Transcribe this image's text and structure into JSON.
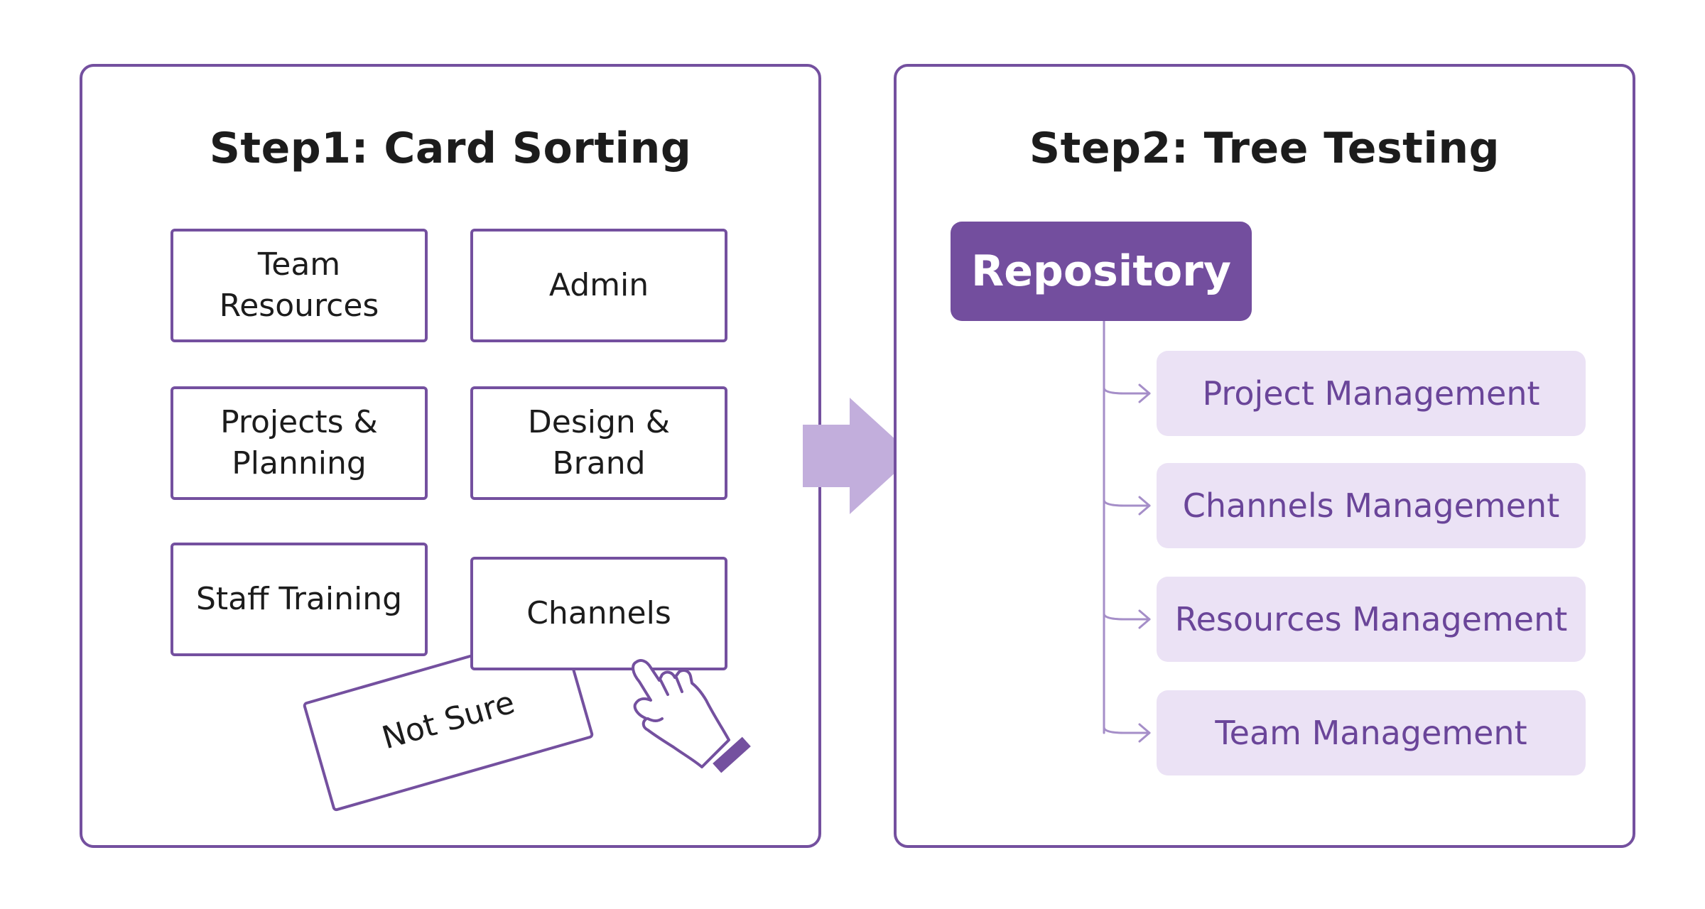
{
  "step1": {
    "title": "Step1: Card Sorting",
    "cards": [
      "Team Resources",
      "Admin",
      "Projects & Planning",
      "Design & Brand",
      "Staff Training",
      "Channels"
    ],
    "discarded_card": "Not Sure"
  },
  "step2": {
    "title": "Step2: Tree Testing",
    "root": "Repository",
    "children": [
      "Project Management",
      "Channels Management",
      "Resources Management",
      "Team Management"
    ]
  },
  "colors": {
    "primary": "#74509f",
    "tree_item_bg": "#ebe2f5",
    "tree_item_text": "#6a4599",
    "arrow": "#c2aedc",
    "connector": "#a58ec8"
  },
  "icons": {
    "hand": "hand-holding-card-icon",
    "flow_arrow": "right-arrow-icon",
    "branch_arrow": "branch-arrow-icon"
  }
}
